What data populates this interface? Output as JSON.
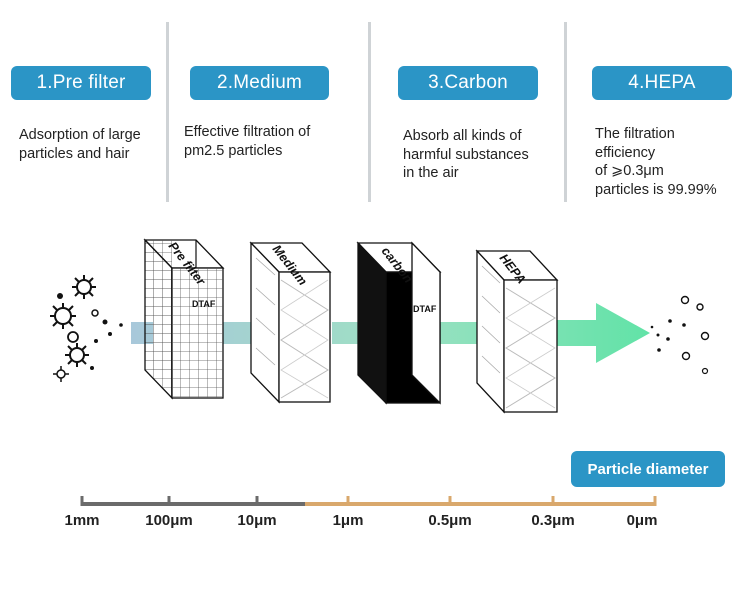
{
  "stages": [
    {
      "label": "1.Pre filter",
      "description": "Adsorption of large\nparticles and hair",
      "box_text": "Pre filter",
      "brand": "DTAF"
    },
    {
      "label": "2.Medium",
      "description": "Effective filtration of\npm2.5 particles",
      "box_text": "Medium",
      "brand": ""
    },
    {
      "label": "3.Carbon",
      "description": "Absorb all kinds of\nharmful substances\nin the air",
      "box_text": "carbon",
      "brand": "DTAF"
    },
    {
      "label": "4.HEPA",
      "description": "The filtration\nefficiency\nof ⩾0.3μm\nparticles is 99.99%",
      "box_text": "HEPA",
      "brand": ""
    }
  ],
  "scale": {
    "title": "Particle diameter",
    "ticks": [
      "1mm",
      "100μm",
      "10μm",
      "1μm",
      "0.5μm",
      "0.3μm",
      "0μm"
    ]
  },
  "colors": {
    "accent": "#2b95c6",
    "scale_dark": "#6b6b6b",
    "scale_light": "#d9a86c",
    "flow_start": "#9fc3d6",
    "flow_end": "#5fe0a8"
  },
  "icons": [
    "virus-icon",
    "particle-dot-icon",
    "air-flow-arrow-icon"
  ]
}
